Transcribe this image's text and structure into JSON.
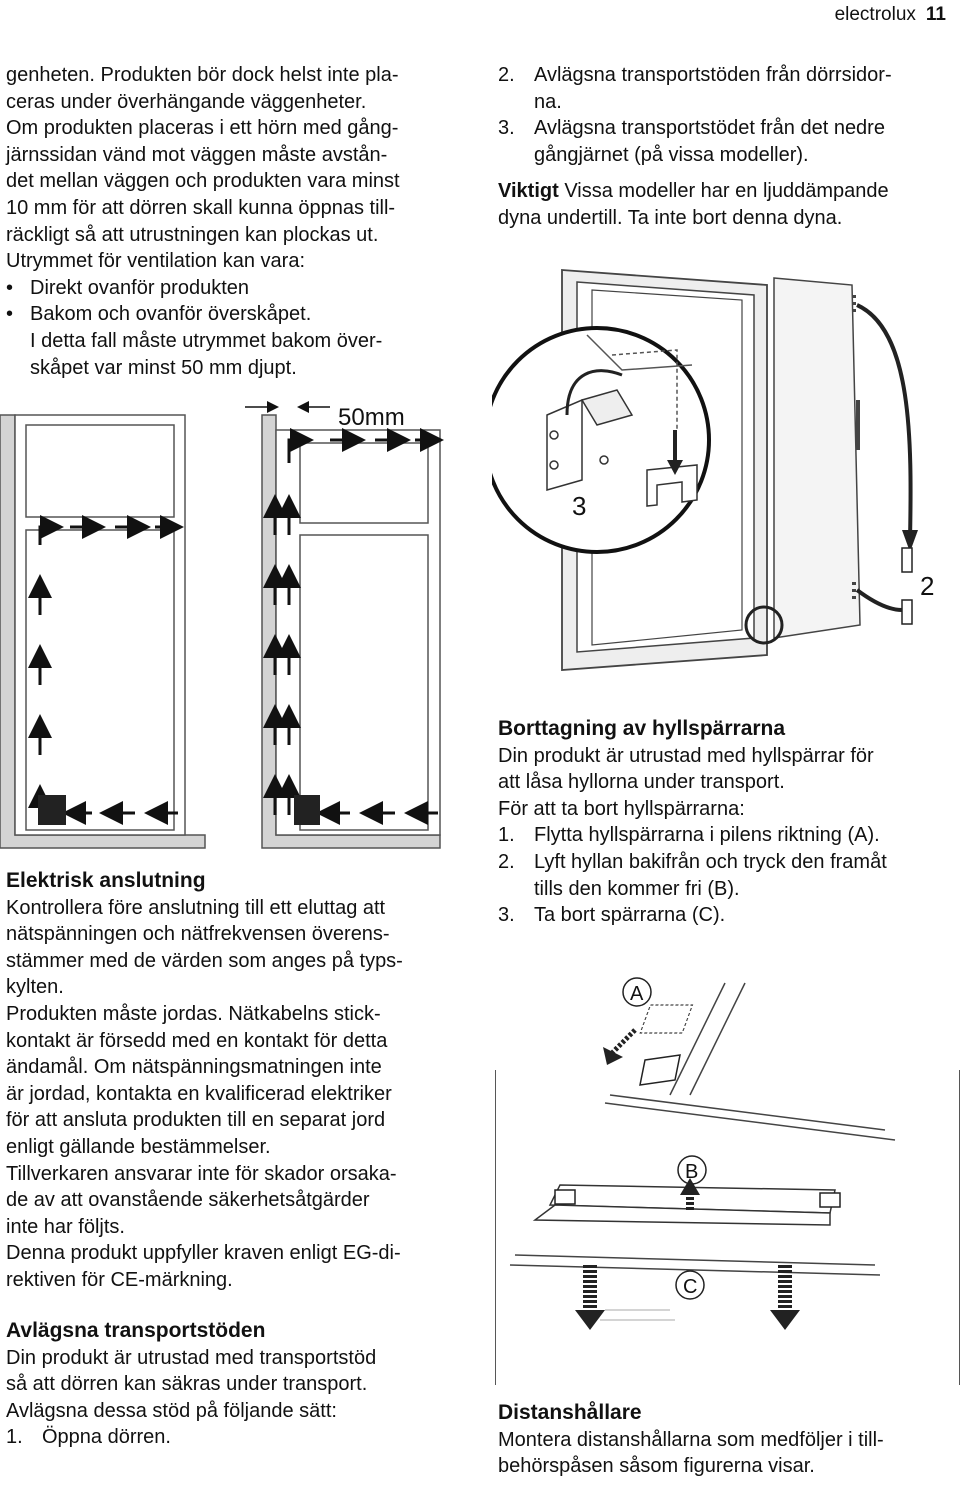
{
  "header": {
    "brand": "electrolux",
    "page_number": "11"
  },
  "left": {
    "para1": "genheten. Produkten bör dock helst inte pla-",
    "para1b": "ceras under överhängande väggenheter.",
    "para2_lines": [
      "Om produkten placeras i ett hörn med gång-",
      "järnssidan vänd mot väggen måste avstån-",
      "det mellan väggen och produkten vara minst",
      "10 mm för att dörren skall kunna öppnas till-",
      "räckligt så att utrustningen kan plockas ut."
    ],
    "vent_intro": "Utrymmet för ventilation kan vara:",
    "bullets": [
      "Direkt ovanför produkten",
      "Bakom och ovanför överskåpet."
    ],
    "bullet_note_lines": [
      "I detta fall måste utrymmet bakom över-",
      "skåpet var minst 50 mm djupt."
    ]
  },
  "figure_vent": {
    "dim_label": "50mm"
  },
  "electrical": {
    "heading": "Elektrisk anslutning",
    "lines": [
      "Kontrollera före anslutning till ett eluttag att",
      "nätspänningen och nätfrekvensen överens-",
      "stämmer med de värden som anges på typs-",
      "kylten.",
      "Produkten måste jordas. Nätkabelns stick-",
      "kontakt är försedd med en kontakt för detta",
      "ändamål. Om nätspänningsmatningen inte",
      "är jordad, kontakta en kvalificerad elektriker",
      "för att ansluta produkten till en separat jord",
      "enligt gällande bestämmelser.",
      "Tillverkaren ansvarar inte för skador orsaka-",
      "de av att ovanstående säkerhetsåtgärder",
      "inte har följts.",
      "Denna produkt uppfyller kraven enligt EG-di-",
      "rektiven för CE-märkning."
    ]
  },
  "transport": {
    "heading": "Avlägsna transportstöden",
    "lines": [
      "Din produkt är utrustad med transportstöd",
      "så att dörren kan säkras under transport.",
      "Avlägsna dessa stöd på följande sätt:"
    ],
    "step1_num": "1.",
    "step1": "Öppna dörren."
  },
  "right_top": {
    "step2_num": "2.",
    "step2_lines": [
      "Avlägsna transportstöden från dörrsidor-",
      "na."
    ],
    "step3_num": "3.",
    "step3_lines": [
      "Avlägsna transportstödet från det nedre",
      "gångjärnet (på vissa modeller)."
    ],
    "important_label": "Viktigt",
    "important_text": " Vissa modeller har en ljuddämpande",
    "important_text2": "dyna undertill. Ta inte bort denna dyna."
  },
  "figure_door": {
    "label_3": "3",
    "label_2": "2"
  },
  "shelf": {
    "heading": "Borttagning av hyllspärrarna",
    "intro_lines": [
      "Din produkt är utrustad med hyllspärrar för",
      "att låsa hyllorna under transport."
    ],
    "howto": "För att ta bort hyllspärrarna:",
    "steps": [
      {
        "num": "1.",
        "lines": [
          "Flytta hyllspärrarna i pilens riktning (A)."
        ]
      },
      {
        "num": "2.",
        "lines": [
          "Lyft hyllan bakifrån och tryck den framåt",
          "tills den kommer fri (B)."
        ]
      },
      {
        "num": "3.",
        "lines": [
          "Ta bort spärrarna (C)."
        ]
      }
    ]
  },
  "figure_shelf": {
    "label_a": "A",
    "label_b": "B",
    "label_c": "C"
  },
  "spacer": {
    "heading": "Distanshållare",
    "lines": [
      "Montera distanshållarna som medföljer i till-",
      "behörspåsen såsom figurerna visar."
    ]
  }
}
